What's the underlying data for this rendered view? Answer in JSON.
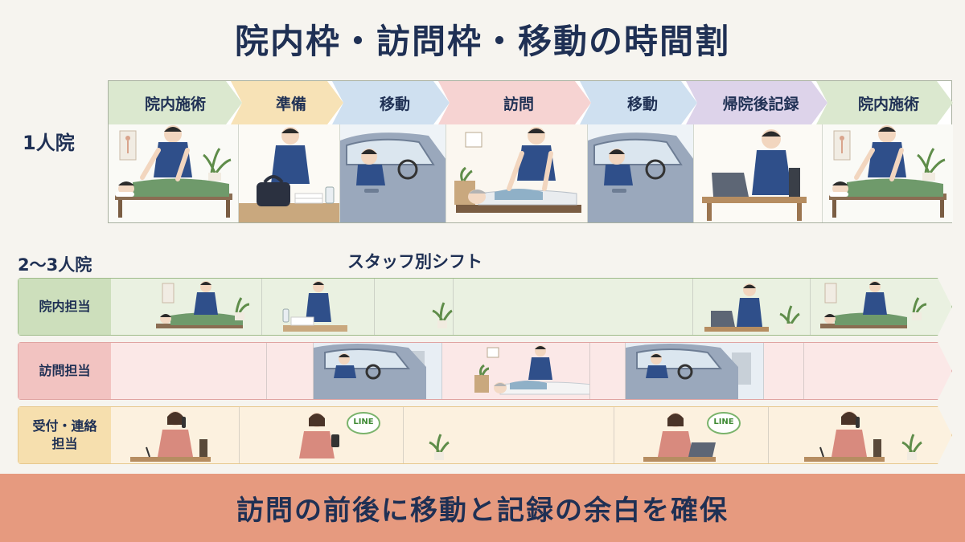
{
  "title": "院内枠・訪問枠・移動の時間割",
  "solo": {
    "label": "1人院",
    "steps": [
      {
        "label": "院内施術",
        "color": "#dbe8cf",
        "scene": "treatment-scene"
      },
      {
        "label": "準備",
        "color": "#f7e2b6",
        "scene": "preparation-scene"
      },
      {
        "label": "移動",
        "color": "#cfe0f0",
        "scene": "driving-scene"
      },
      {
        "label": "訪問",
        "color": "#f6d3d2",
        "scene": "home-visit-scene"
      },
      {
        "label": "移動",
        "color": "#cfe0f0",
        "scene": "driving-scene"
      },
      {
        "label": "帰院後記録",
        "color": "#ddd3ea",
        "scene": "laptop-record-scene"
      },
      {
        "label": "院内施術",
        "color": "#dbe8cf",
        "scene": "treatment-scene"
      }
    ]
  },
  "team": {
    "label": "2～3人院",
    "shift_title": "スタッフ別シフト",
    "rows": [
      {
        "role": "院内担当",
        "bg": "#eaf1e1",
        "border": "#9fbb8a",
        "role_bg": "#cddfbc"
      },
      {
        "role": "訪問担当",
        "bg": "#fbe8e7",
        "border": "#e0a4a2",
        "role_bg": "#f2c3c1"
      },
      {
        "role": "受付・連絡担当",
        "role_line1": "受付・連絡",
        "role_line2": "担当",
        "bg": "#fcf1df",
        "border": "#e7c88e",
        "role_bg": "#f6dfae"
      }
    ],
    "line_badge": "LINE"
  },
  "footer": "訪問の前後に移動と記録の余白を確保"
}
